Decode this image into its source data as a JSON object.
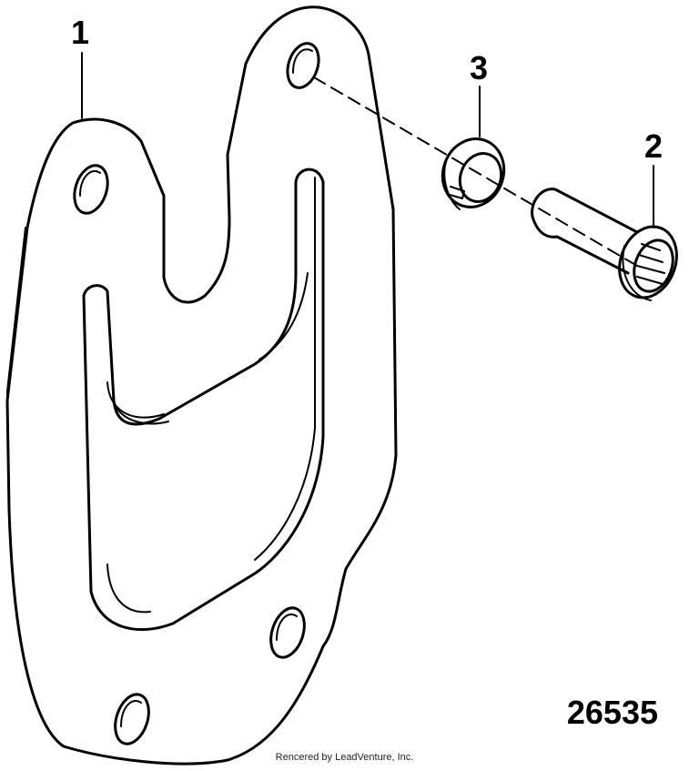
{
  "callouts": {
    "plate": "1",
    "stud": "2",
    "washer": "3"
  },
  "figure_number": "26535",
  "credit": "Rencered by LeadVenture, Inc."
}
